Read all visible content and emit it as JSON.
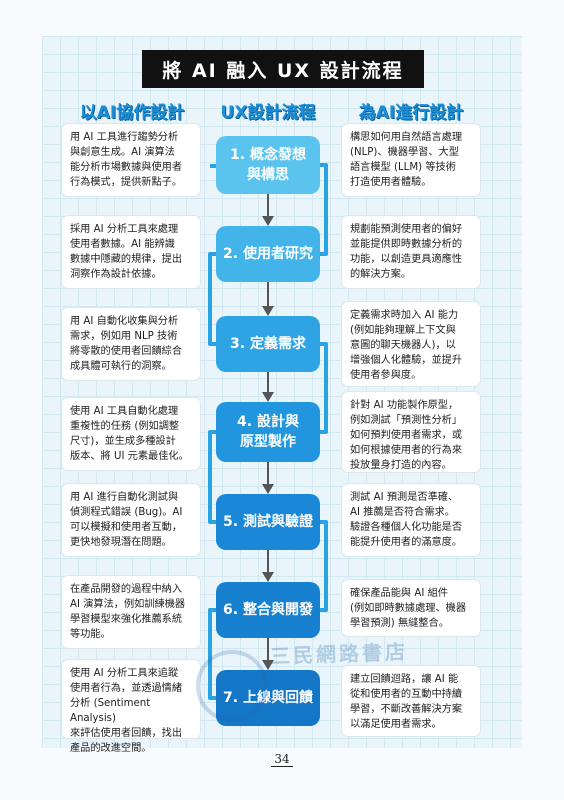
{
  "title": "將 AI 融入 UX 設計流程",
  "headers": {
    "left": "以AI協作設計",
    "center": "UX設計流程",
    "right": "為AI進行設計"
  },
  "steps": [
    "1. 概念發想\n與構思",
    "2. 使用者研究",
    "3. 定義需求",
    "4. 設計與\n原型製作",
    "5. 測試與驗證",
    "6. 整合與開發",
    "7. 上線與回饋"
  ],
  "left_texts": [
    "用 AI 工具進行趨勢分析\n與創意生成。AI 演算法\n能分析市場數據與使用者\n行為模式，提供新點子。",
    "採用 AI 分析工具來處理\n使用者數據。AI 能辨識\n數據中隱藏的規律，提出\n洞察作為設計依據。",
    "用 AI 自動化收集與分析\n需求，例如用 NLP 技術\n將零散的使用者回饋綜合\n成具體可執行的洞察。",
    "使用 AI 工具自動化處理\n重複性的任務 (例如調整\n尺寸)，並生成多種設計\n版本、將 UI 元素最佳化。",
    "用 AI 進行自動化測試與\n偵測程式錯誤 (Bug)。AI\n可以模擬和使用者互動，\n更快地發現潛在問題。",
    "在產品開發的過程中納入\nAI 演算法，例如訓練機器\n學習模型來強化推薦系統\n等功能。",
    "使用 AI 分析工具來追蹤\n使用者行為，並透過情緒\n分析 (Sentiment Analysis)\n來評估使用者回饋，找出\n產品的改進空間。"
  ],
  "right_texts": [
    "構思如何用自然語言處理\n(NLP)、機器學習、大型\n語言模型 (LLM) 等技術\n打造使用者體驗。",
    "規劃能預測使用者的偏好\n並能提供即時數據分析的\n功能，以創造更具適應性\n的解決方案。",
    "定義需求時加入 AI 能力\n(例如能夠理解上下文與\n意圖的聊天機器人)，以\n增強個人化體驗，並提升\n使用者參與度。",
    "針對 AI 功能製作原型，\n例如測試「預測性分析」\n如何預判使用者需求，或\n如何根據使用者的行為來\n投放量身打造的內容。",
    "測試 AI 預測是否準確、\nAI 推薦是否符合需求。\n驗證各種個人化功能是否\n能提升使用者的滿意度。",
    "確保產品能與 AI 組件\n(例如即時數據處理、機器\n學習預測) 無縫整合。",
    "建立回饋迴路，讓 AI 能\n從和使用者的互動中持續\n學習，不斷改善解決方案\n以滿足使用者需求。"
  ],
  "watermark": "三民網路書店",
  "page_number": "34",
  "colors": {
    "step_fills": [
      "#5ac3ee",
      "#43b4ea",
      "#2fa4e4",
      "#2196df",
      "#1a88d6",
      "#1780cf",
      "#1376c6"
    ],
    "connector": "#29a3e2",
    "arrow": "#555555",
    "header": "#1a8fd8"
  }
}
